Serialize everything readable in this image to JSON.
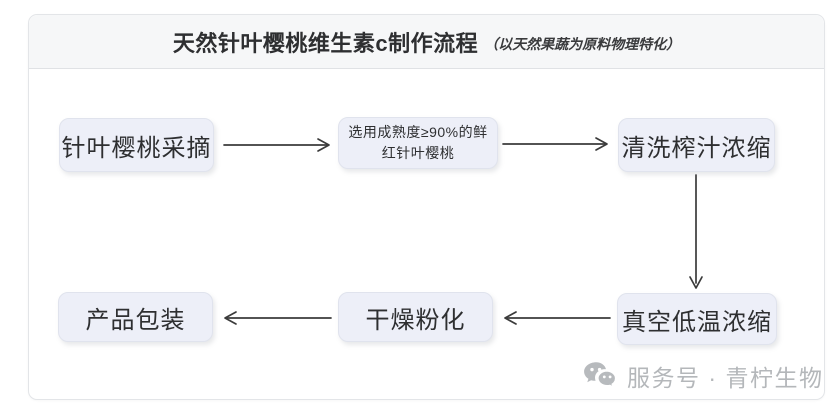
{
  "header": {
    "title": "天然针叶樱桃维生素c制作流程",
    "subtitle": "（以天然果蔬为原料物理特化）"
  },
  "flow": {
    "nodes": {
      "pick": {
        "label": "针叶樱桃采摘"
      },
      "select": {
        "line1": "选用成熟度≥90%的鲜",
        "line2": "红针叶樱桃"
      },
      "wash": {
        "label": "清洗榨汁浓缩"
      },
      "vacuum": {
        "label": "真空低温浓缩"
      },
      "dry": {
        "label": "干燥粉化"
      },
      "pack": {
        "label": "产品包装"
      }
    },
    "arrows": [
      {
        "from": "pick",
        "to": "select",
        "direction": "right"
      },
      {
        "from": "select",
        "to": "wash",
        "direction": "right"
      },
      {
        "from": "wash",
        "to": "vacuum",
        "direction": "down"
      },
      {
        "from": "vacuum",
        "to": "dry",
        "direction": "left"
      },
      {
        "from": "dry",
        "to": "pack",
        "direction": "left"
      }
    ]
  },
  "watermark": {
    "icon": "wechat-icon",
    "text": "服务号 · 青柠生物"
  },
  "colors": {
    "page_background": "#ffffff",
    "card_border": "#e3e5e8",
    "header_background": "#f6f7f8",
    "node_background": "#edeff8",
    "node_border": "#e0e3ed",
    "text": "#2e2f31",
    "arrow": "#3b3b3b",
    "watermark": "#b4b7ba"
  }
}
